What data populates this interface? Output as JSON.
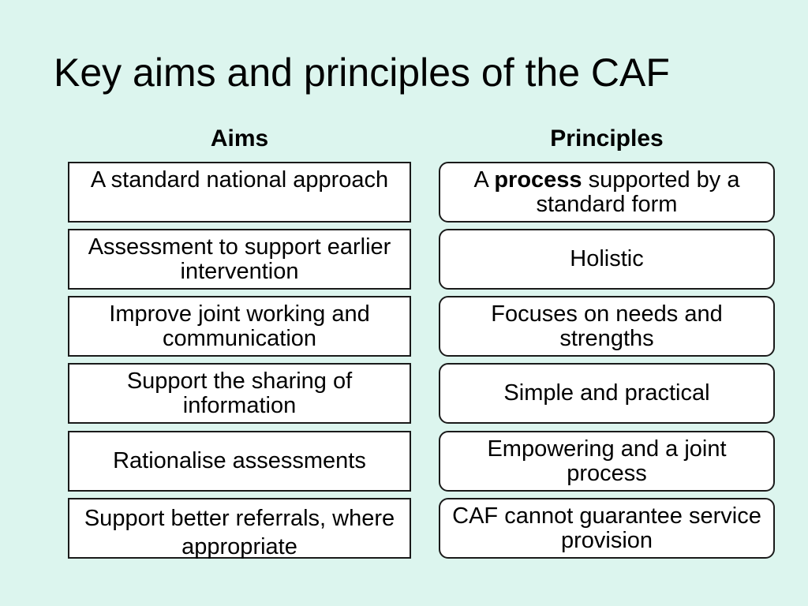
{
  "slide": {
    "title": "Key aims and principles of the CAF"
  },
  "aims": {
    "header": "Aims",
    "items": [
      "A standard national approach",
      "Assessment to support earlier intervention",
      "Improve joint working and communication",
      "Support the sharing of information",
      "Rationalise assessments",
      "Support better referrals, where appropriate"
    ]
  },
  "principles": {
    "header": "Principles",
    "first_prefix": "A ",
    "first_bold": "process",
    "first_suffix": " supported by a standard form",
    "items": [
      "Holistic",
      "Focuses on needs and strengths",
      "Simple and practical",
      "Empowering and a joint process",
      "CAF cannot guarantee service provision"
    ]
  }
}
